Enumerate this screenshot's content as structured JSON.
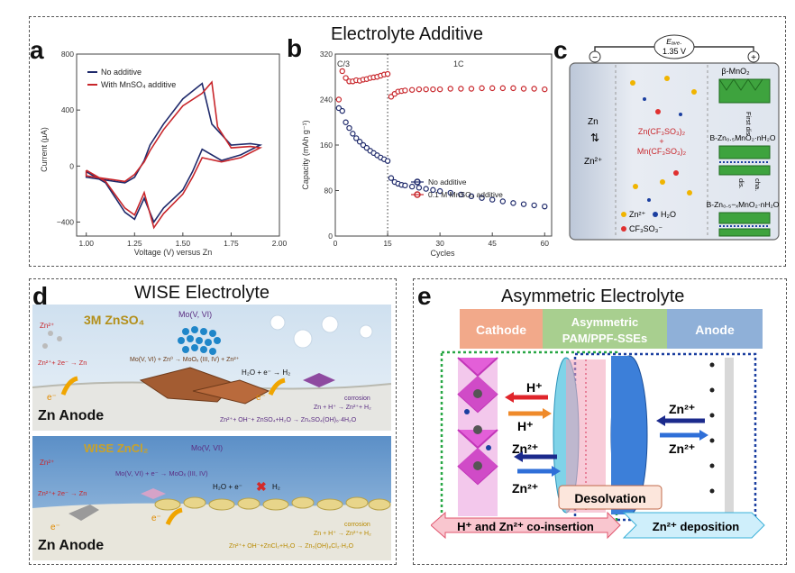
{
  "top": {
    "title": "Electrolyte Additive"
  },
  "panel_labels": {
    "a": "a",
    "b": "b",
    "c": "c",
    "d": "d",
    "e": "e"
  },
  "panel_a": {
    "xlabel": "Voltage (V) versus Zn",
    "ylabel": "Current (µA)",
    "x_ticks": [
      "1.00",
      "1.25",
      "1.50",
      "1.75",
      "2.00"
    ],
    "y_ticks": [
      "800",
      "400",
      "0",
      "−400"
    ],
    "legend": [
      "No additive",
      "With MnSO₄ additive"
    ]
  },
  "panel_b": {
    "xlabel": "Cycles",
    "ylabel": "Capacity (mAh g⁻¹)",
    "x_ticks": [
      "0",
      "15",
      "30",
      "45",
      "60"
    ],
    "y_ticks": [
      "320",
      "240",
      "160",
      "80",
      "0"
    ],
    "rate_labels": [
      "C/3",
      "1C"
    ],
    "legend": [
      "No additive",
      "0.1 M MnSO₄ additive"
    ]
  },
  "chart_data": [
    {
      "type": "line",
      "xlabel": "Voltage (V) versus Zn",
      "ylabel": "Current (µA)",
      "xlim": [
        0.95,
        2.0
      ],
      "ylim": [
        -500,
        800
      ],
      "series": [
        {
          "name": "No additive",
          "color": "#1f2a6b",
          "x": [
            1.0,
            1.1,
            1.2,
            1.25,
            1.3,
            1.35,
            1.4,
            1.5,
            1.55,
            1.6,
            1.7,
            1.8,
            1.9,
            1.85,
            1.75,
            1.65,
            1.6,
            1.5,
            1.4,
            1.33,
            1.3,
            1.25,
            1.2,
            1.1,
            1.0
          ],
          "y": [
            -40,
            -120,
            -330,
            -380,
            -230,
            -400,
            -300,
            -170,
            -40,
            120,
            40,
            80,
            150,
            160,
            150,
            300,
            590,
            480,
            300,
            150,
            40,
            -80,
            -120,
            -100,
            -80
          ]
        },
        {
          "name": "With MnSO₄ additive",
          "color": "#c8262b",
          "x": [
            1.0,
            1.1,
            1.2,
            1.25,
            1.3,
            1.35,
            1.4,
            1.5,
            1.55,
            1.6,
            1.7,
            1.8,
            1.9,
            1.85,
            1.75,
            1.68,
            1.65,
            1.6,
            1.5,
            1.4,
            1.33,
            1.3,
            1.25,
            1.2,
            1.1,
            1.0
          ],
          "y": [
            -30,
            -110,
            -300,
            -350,
            -190,
            -440,
            -340,
            -200,
            -80,
            60,
            30,
            60,
            130,
            140,
            130,
            280,
            600,
            520,
            430,
            260,
            110,
            30,
            -60,
            -110,
            -90,
            -70
          ]
        }
      ]
    },
    {
      "type": "scatter",
      "xlabel": "Cycles",
      "ylabel": "Capacity (mAh g⁻¹)",
      "xlim": [
        0,
        62
      ],
      "ylim": [
        0,
        320
      ],
      "series": [
        {
          "name": "No additive",
          "color": "#1f2a6b",
          "x": [
            1,
            2,
            3,
            4,
            5,
            6,
            7,
            8,
            9,
            10,
            11,
            12,
            13,
            14,
            15,
            16,
            17,
            18,
            19,
            20,
            22,
            24,
            26,
            28,
            30,
            33,
            36,
            39,
            42,
            45,
            48,
            51,
            54,
            57,
            60
          ],
          "y": [
            225,
            220,
            200,
            190,
            180,
            172,
            166,
            160,
            155,
            150,
            146,
            142,
            138,
            135,
            132,
            102,
            95,
            92,
            90,
            89,
            87,
            85,
            83,
            81,
            79,
            76,
            73,
            70,
            67,
            64,
            61,
            58,
            56,
            54,
            52
          ]
        },
        {
          "name": "0.1 M MnSO₄ additive",
          "color": "#c8262b",
          "x": [
            1,
            2,
            3,
            4,
            5,
            6,
            7,
            8,
            9,
            10,
            11,
            12,
            13,
            14,
            15,
            16,
            17,
            18,
            19,
            20,
            22,
            24,
            26,
            28,
            30,
            33,
            36,
            39,
            42,
            45,
            48,
            51,
            54,
            57,
            60
          ],
          "y": [
            240,
            290,
            278,
            272,
            272,
            274,
            273,
            275,
            276,
            278,
            279,
            280,
            282,
            284,
            285,
            245,
            250,
            254,
            255,
            256,
            257,
            258,
            258,
            258,
            258,
            259,
            259,
            259,
            260,
            260,
            260,
            260,
            259,
            259,
            258
          ]
        }
      ]
    }
  ],
  "panel_c": {
    "eave": "Eₐᵥₑ.",
    "voltage": "1.35 V",
    "minus": "−",
    "plus": "+",
    "zn": "Zn",
    "zn2": "Zn²⁺",
    "elec1": "Zn(CF₃SO₃)₂",
    "elec_plus": "+",
    "elec2": "Mn(CF₃SO₃)₂",
    "legend_zn": "Zn²⁺",
    "legend_h2o": "H₂O",
    "legend_cf": "CF₃SO₃⁻",
    "bmno2": "β-MnO₂",
    "first_dis": "First dis.",
    "bzn1": "B-Zn₀.₅MnO₂·nH₂O",
    "cha": "cha.",
    "dis": "dis.",
    "bzn2": "B-Zn₀.₅−ₓMnO₂·nH₂O"
  },
  "panel_d": {
    "title": "WISE Electrolyte",
    "top": {
      "salt": "3M ZnSO₄",
      "mo": "Mo(V, VI)",
      "zn2": "Zn²⁺",
      "r1": "Zn²⁺+ 2e⁻ → Zn",
      "r2": "Mo(V, VI) + Zn⁰ → MoOₓ (III, IV) + Zn²⁺",
      "r3": "H₂O + e⁻ → H₂",
      "corrosion": "corrosion",
      "r4": "Zn + H⁺ → Zn²⁺+ H₂",
      "r5": "Zn²⁺+ OH⁻+ ZnSO₄+H₂O → Zn₄SO₄(OH)₆·4H₂O",
      "e": "e⁻",
      "anode": "Zn Anode"
    },
    "bottom": {
      "salt": "WISE ZnCl₂",
      "mo": "Mo(V, VI)",
      "zn2": "Zn²⁺",
      "r1": "Zn²⁺+ 2e⁻ → Zn",
      "r2": "Mo(V, VI) + e⁻ → MoOₓ (III, IV)",
      "r3": "H₂O + e⁻",
      "r3b": "H₂",
      "corrosion": "corrosion",
      "r4": "Zn + H⁺ → Zn²⁺+ H₂",
      "r5": "Zn²⁺+ OH⁻+ZnCl₂+H₂O → Zn₅(OH)₈Cl₂·H₂O",
      "e": "e⁻",
      "anode": "Zn Anode"
    }
  },
  "panel_e": {
    "title": "Asymmetric Electrolyte",
    "cathode": "Cathode",
    "asym1": "Asymmetric",
    "asym2": "PAM/PPF-SSEs",
    "anode": "Anode",
    "h1": "H⁺",
    "h2": "H⁺",
    "zn_a": "Zn²⁺",
    "zn_b": "Zn²⁺",
    "zn_c": "Zn²⁺",
    "zn_d": "Zn²⁺",
    "desolvation": "Desolvation",
    "bottom_left": "H⁺ and Zn²⁺ co-insertion",
    "bottom_right": "Zn²⁺ deposition"
  }
}
